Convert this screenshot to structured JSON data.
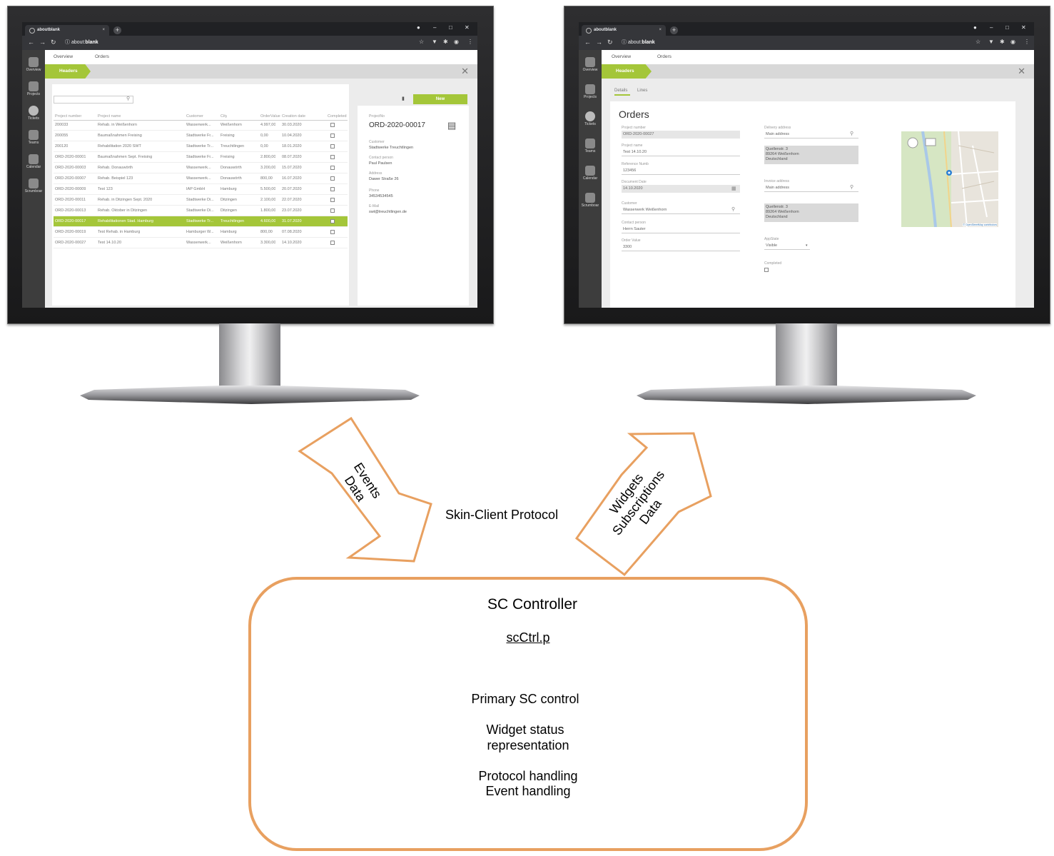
{
  "colors": {
    "accent_green": "#a4c639",
    "arrow_orange": "#e8a060",
    "monitor_frame": "#222222"
  },
  "browser": {
    "tab_title": "aboutblank",
    "url_prefix": "about:",
    "url_main": "blank",
    "tab_close": "×",
    "new_tab": "+"
  },
  "sidebar": {
    "items": [
      "Overview",
      "Projects",
      "Tickets",
      "Teams",
      "Calendar",
      "Scrumboar"
    ]
  },
  "topnav": {
    "overview": "Overview",
    "orders": "Orders"
  },
  "left_screen": {
    "breadcrumb": "Headers",
    "new_button": "New",
    "table": {
      "headers": [
        "Project number",
        "Project name",
        "Customer",
        "City",
        "OrderValue",
        "Creation date",
        "Completed"
      ],
      "rows": [
        [
          "200033",
          "Rehab. in Weißenhorn",
          "Wasserwerk...",
          "Weißenhorn",
          "4.997,00",
          "30.03.2020"
        ],
        [
          "200055",
          "Baumaßnahmen Freising",
          "Stadtwerke Fr...",
          "Freising",
          "0,00",
          "10.04.2020"
        ],
        [
          "200120",
          "Rehabilitation 2020 SWT",
          "Stadtwerke Tr...",
          "Treuchtlingen",
          "0,00",
          "18.01.2020"
        ],
        [
          "ORD-2020-00001",
          "Baumaßnahmen Sept. Freising",
          "Stadtwerke Fr...",
          "Freising",
          "2.800,00",
          "08.07.2020"
        ],
        [
          "ORD-2020-00003",
          "Rehab. Donauwörth",
          "Wasserwerk...",
          "Donauwörth",
          "3.200,00",
          "15.07.2020"
        ],
        [
          "ORD-2020-00007",
          "Rehab. Beispiel 123",
          "Wasserwerk...",
          "Donauwörth",
          "800,00",
          "16.07.2020"
        ],
        [
          "ORD-2020-00009",
          "Test 123",
          "IAP GmbH",
          "Hamburg",
          "5.500,00",
          "20.07.2020"
        ],
        [
          "ORD-2020-00011",
          "Rehab. in Ditzingen Sept. 2020",
          "Stadtwerke Di...",
          "Ditzingen",
          "2.100,00",
          "22.07.2020"
        ],
        [
          "ORD-2020-00013",
          "Rehab. Oktober in Ditzingen",
          "Stadtwerke Di...",
          "Ditzingen",
          "1.800,00",
          "23.07.2020"
        ],
        [
          "ORD-2020-00017",
          "Rehabilitationen Stad. Hamburg",
          "Stadtwerke Tr...",
          "Treuchtlingen",
          "4.600,00",
          "31.07.2020"
        ],
        [
          "ORD-2020-00019",
          "Test Rehab. in Hamburg",
          "Hamburger W...",
          "Hamburg",
          "800,00",
          "07.08.2020"
        ],
        [
          "ORD-2020-00027",
          "Test 14.10.20",
          "Wasserwerk...",
          "Weißenhorn",
          "3.300,00",
          "14.10.2020"
        ]
      ],
      "selected_index": 9
    },
    "detail": {
      "project_no_label": "ProjectNo",
      "project_no": "ORD-2020-00017",
      "customer_label": "Customer",
      "customer": "Stadtwerke Treuchtlingen",
      "contact_label": "Contact person",
      "contact": "Paul Paulsen",
      "address_label": "Address",
      "address": "Dawer Straße 26",
      "phone_label": "Phone",
      "phone": "34534534545",
      "email_label": "E-Mail",
      "email": "swt@treuchtlingen.de"
    }
  },
  "right_screen": {
    "breadcrumb": "Headers",
    "tabs": [
      "Details",
      "Lines"
    ],
    "title": "Orders",
    "fields": {
      "project_number_label": "Project number",
      "project_number": "ORD-2020-00027",
      "project_name_label": "Project name",
      "project_name": "Test 14.10.20",
      "reference_label": "Reference Numb",
      "reference": "123456",
      "doc_date_label": "Document Date",
      "doc_date": "14.10.2020",
      "customer_label": "Customer",
      "customer": "Wasserwerk Weißenhorn",
      "contact_label": "Contact person",
      "contact": "Herrn Sauter",
      "order_value_label": "Order Value",
      "order_value": "3300",
      "delivery_label": "Delivery address",
      "delivery": "Main address",
      "delivery_addr": [
        "Quellenstr. 3",
        "89264 Weißenhorn",
        "Deutschland"
      ],
      "invoice_label": "Invoice address",
      "invoice": "Main address",
      "invoice_addr": [
        "Quellenstr. 3",
        "89264 Weißenhorn",
        "Deutschland"
      ],
      "appstate_label": "AppState",
      "appstate": "Visible",
      "completed_label": "Completed"
    },
    "map_credit": "© OpenStreetMap contributors"
  },
  "diagram": {
    "arrow_down_text": [
      "Events",
      "Data"
    ],
    "arrow_up_text": [
      "Widgets",
      "Subscriptions",
      "Data"
    ],
    "protocol_label": "Skin-Client Protocol",
    "controller_title": "SC Controller",
    "controller_file": "scCtrl.p",
    "controller_lines": [
      "Primary SC control",
      "Widget status",
      "representation",
      "Protocol handling",
      "Event handling"
    ]
  }
}
